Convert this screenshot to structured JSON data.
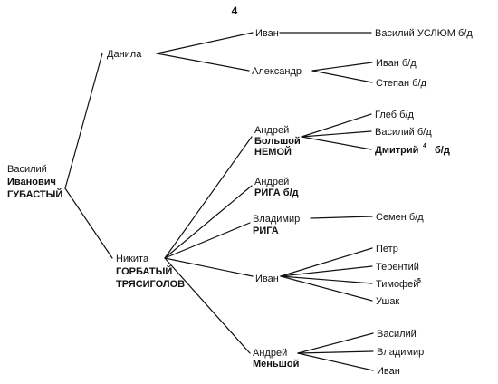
{
  "page_number": "4",
  "tree": {
    "root": {
      "lines": [
        "Василий",
        "Иванович"
      ],
      "surname": "ГУБАСТЫЙ",
      "children": [
        {
          "key": "danila",
          "lines": [
            "Данила"
          ],
          "children": [
            {
              "key": "ivan_d",
              "lines": [
                "Иван"
              ],
              "children": [
                {
                  "key": "vasily_uslyum",
                  "lines": [
                    "Василий УСЛЮМ б/д"
                  ]
                }
              ]
            },
            {
              "key": "alexandr",
              "lines": [
                "Александр"
              ],
              "children": [
                {
                  "key": "ivan_bd",
                  "lines": [
                    "Иван б/д"
                  ]
                },
                {
                  "key": "stepan_bd",
                  "lines": [
                    "Степан б/д"
                  ]
                }
              ]
            }
          ]
        },
        {
          "key": "nikita",
          "lines": [
            "Никита",
            "ГОРБАТЫЙ",
            "ТРЯСИГОЛОВ"
          ],
          "children": [
            {
              "key": "andrey_bolshoy",
              "lines": [
                "Андрей",
                "Большой",
                "НЕМОЙ"
              ],
              "children": [
                {
                  "key": "gleb_bd",
                  "lines": [
                    "Глеб б/д"
                  ]
                },
                {
                  "key": "vasily_bd",
                  "lines": [
                    "Василий б/д"
                  ]
                },
                {
                  "key": "dmitry_bd",
                  "lines": [
                    "Дмитрий",
                    "б/д"
                  ],
                  "footnote": "4"
                }
              ]
            },
            {
              "key": "andrey_riga",
              "lines": [
                "Андрей",
                "РИГА б/д"
              ],
              "children": []
            },
            {
              "key": "vladimir_riga",
              "lines": [
                "Владимир",
                "РИГА"
              ],
              "children": [
                {
                  "key": "semen_bd",
                  "lines": [
                    "Семен б/д"
                  ]
                }
              ]
            },
            {
              "key": "ivan_n",
              "lines": [
                "Иван"
              ],
              "children": [
                {
                  "key": "petr",
                  "lines": [
                    "Петр"
                  ]
                },
                {
                  "key": "terenty",
                  "lines": [
                    "Терентий"
                  ]
                },
                {
                  "key": "timofey",
                  "lines": [
                    "Тимофей"
                  ],
                  "footnote": "5"
                },
                {
                  "key": "ushak",
                  "lines": [
                    "Ушак"
                  ]
                }
              ]
            },
            {
              "key": "andrey_menshoy",
              "lines": [
                "Андрей",
                "Меньшой"
              ],
              "children": [
                {
                  "key": "vasily_m",
                  "lines": [
                    "Василий"
                  ]
                },
                {
                  "key": "vladimir_m",
                  "lines": [
                    "Владимир"
                  ]
                },
                {
                  "key": "ivan_m",
                  "lines": [
                    "Иван"
                  ]
                }
              ]
            }
          ]
        }
      ]
    }
  }
}
